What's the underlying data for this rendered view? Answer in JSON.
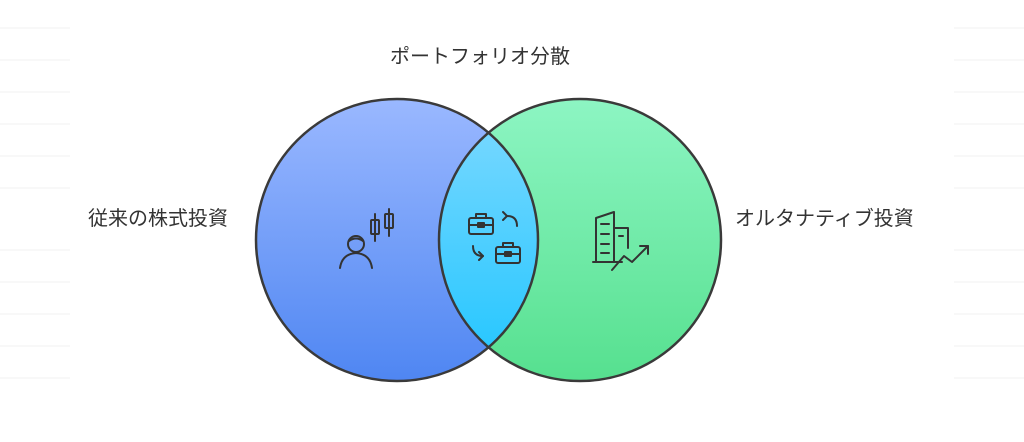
{
  "diagram": {
    "title": "ポートフォリオ分散",
    "left_set": {
      "label": "従来の株式投資",
      "icon": "investor-candlestick-icon",
      "color_top": "#9ab8ff",
      "color_bottom": "#4f86f2"
    },
    "right_set": {
      "label": "オルタナティブ投資",
      "icon": "building-growth-icon",
      "color_top": "#8df5c3",
      "color_bottom": "#56e08f"
    },
    "intersection": {
      "icon": "portfolio-exchange-icon",
      "color_top": "#7fd9ff",
      "color_bottom": "#1ec5ff"
    },
    "outline_color": "#3a3a3a"
  }
}
